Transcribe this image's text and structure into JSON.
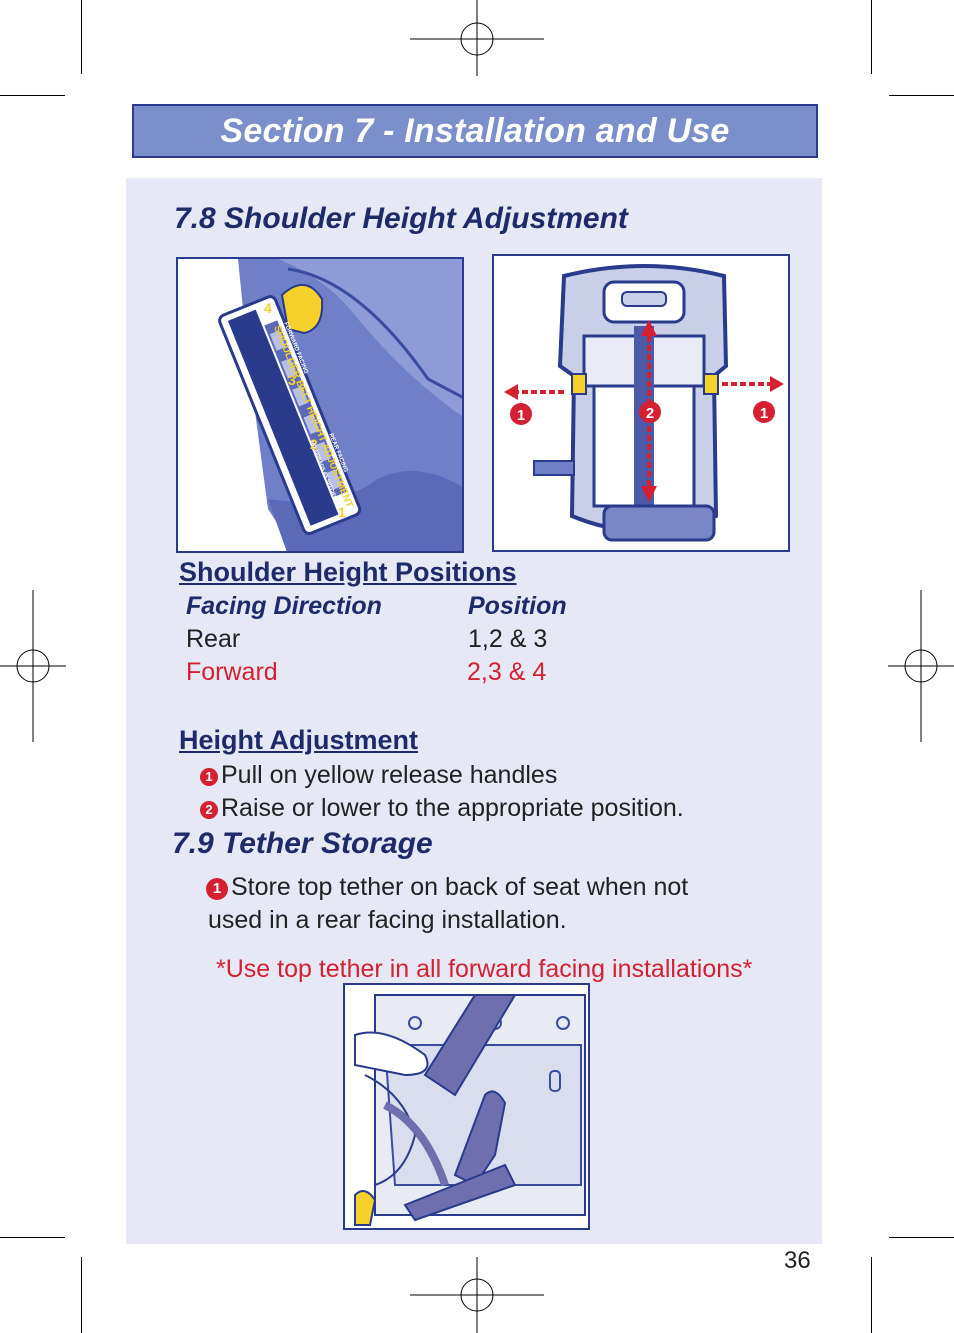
{
  "header": {
    "title": "Section 7 - Installation and Use"
  },
  "section_78": {
    "title": "7.8 Shoulder Height Adjustment",
    "figure_left": {
      "label_main": "SHOULDER BELT HEIGHT ADJUSTMENT",
      "label_forward": "FORWARD FACING",
      "label_rear": "REAR FACING",
      "label_note": "NO AIRBAGS AS SPECIFIED",
      "positions": [
        "4",
        "3",
        "2",
        "1"
      ]
    },
    "figure_right": {
      "callouts": [
        "1",
        "2",
        "1"
      ]
    },
    "positions_heading": "Shoulder Height Positions",
    "table": {
      "col1": "Facing Direction",
      "col2": "Position",
      "rows": [
        {
          "direction": "Rear",
          "position": "1,2 & 3"
        },
        {
          "direction": "Forward",
          "position": "2,3 & 4"
        }
      ]
    },
    "adjust_heading": "Height Adjustment",
    "steps": [
      {
        "num": "1",
        "text": "Pull on yellow release handles"
      },
      {
        "num": "2",
        "text": "Raise or lower to the appropriate position."
      }
    ]
  },
  "section_79": {
    "title": "7.9 Tether Storage",
    "step_num": "1",
    "step_line1": "Store top tether on back of seat when not",
    "step_line2": "used in a rear facing installation.",
    "note": "*Use top tether in all forward facing installations*"
  },
  "page_number": "36",
  "colors": {
    "accent_red": "#d42030",
    "navy": "#1f2a6b",
    "header_blue": "#7b8fcb",
    "panel_bg": "#e6e9f5"
  }
}
